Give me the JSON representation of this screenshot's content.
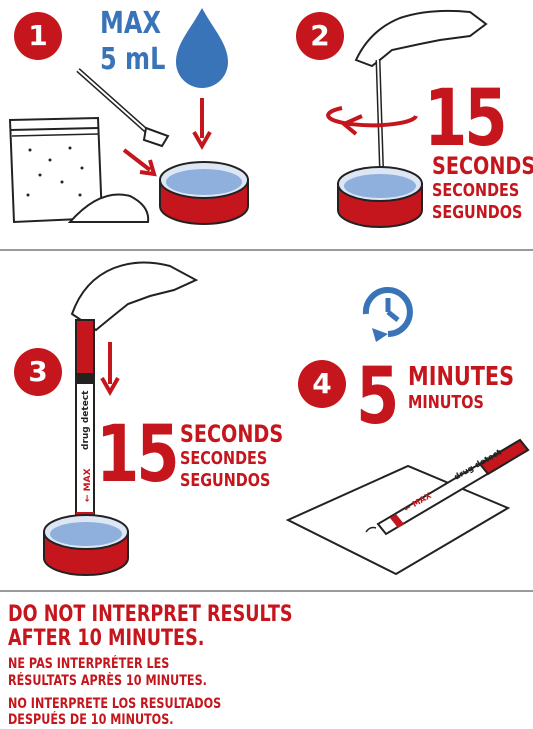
{
  "step1": {
    "badge": "1",
    "max_label": "MAX",
    "volume_label": "5 mL"
  },
  "step2": {
    "badge": "2",
    "number": "15",
    "units": [
      "SECONDS",
      "SECONDES",
      "SEGUNDOS"
    ]
  },
  "step3": {
    "badge": "3",
    "number": "15",
    "units": [
      "SECONDS",
      "SECONDES",
      "SEGUNDOS"
    ],
    "strip_brand": "drug detect",
    "strip_max": "← MAX"
  },
  "step4": {
    "badge": "4",
    "number": "5",
    "units": [
      "MINUTES",
      "MINUTOS"
    ],
    "strip_brand": "drug detect",
    "strip_max": "← MAX"
  },
  "warning": {
    "en_line1": "DO NOT INTERPRET RESULTS",
    "en_line2": "AFTER 10 MINUTES.",
    "fr_line1": "NE PAS INTERPRÉTER LES",
    "fr_line2": "RÉSULTATS APRÈS 10 MINUTES.",
    "es_line1": "NO INTERPRETE LOS RESULTADOS",
    "es_line2": "DESPUÉS DE 10 MINUTOS."
  },
  "colors": {
    "brand_red": "#c4161c",
    "liquid_blue": "#3a74b8",
    "liquid_light": "#8fb0dc"
  }
}
